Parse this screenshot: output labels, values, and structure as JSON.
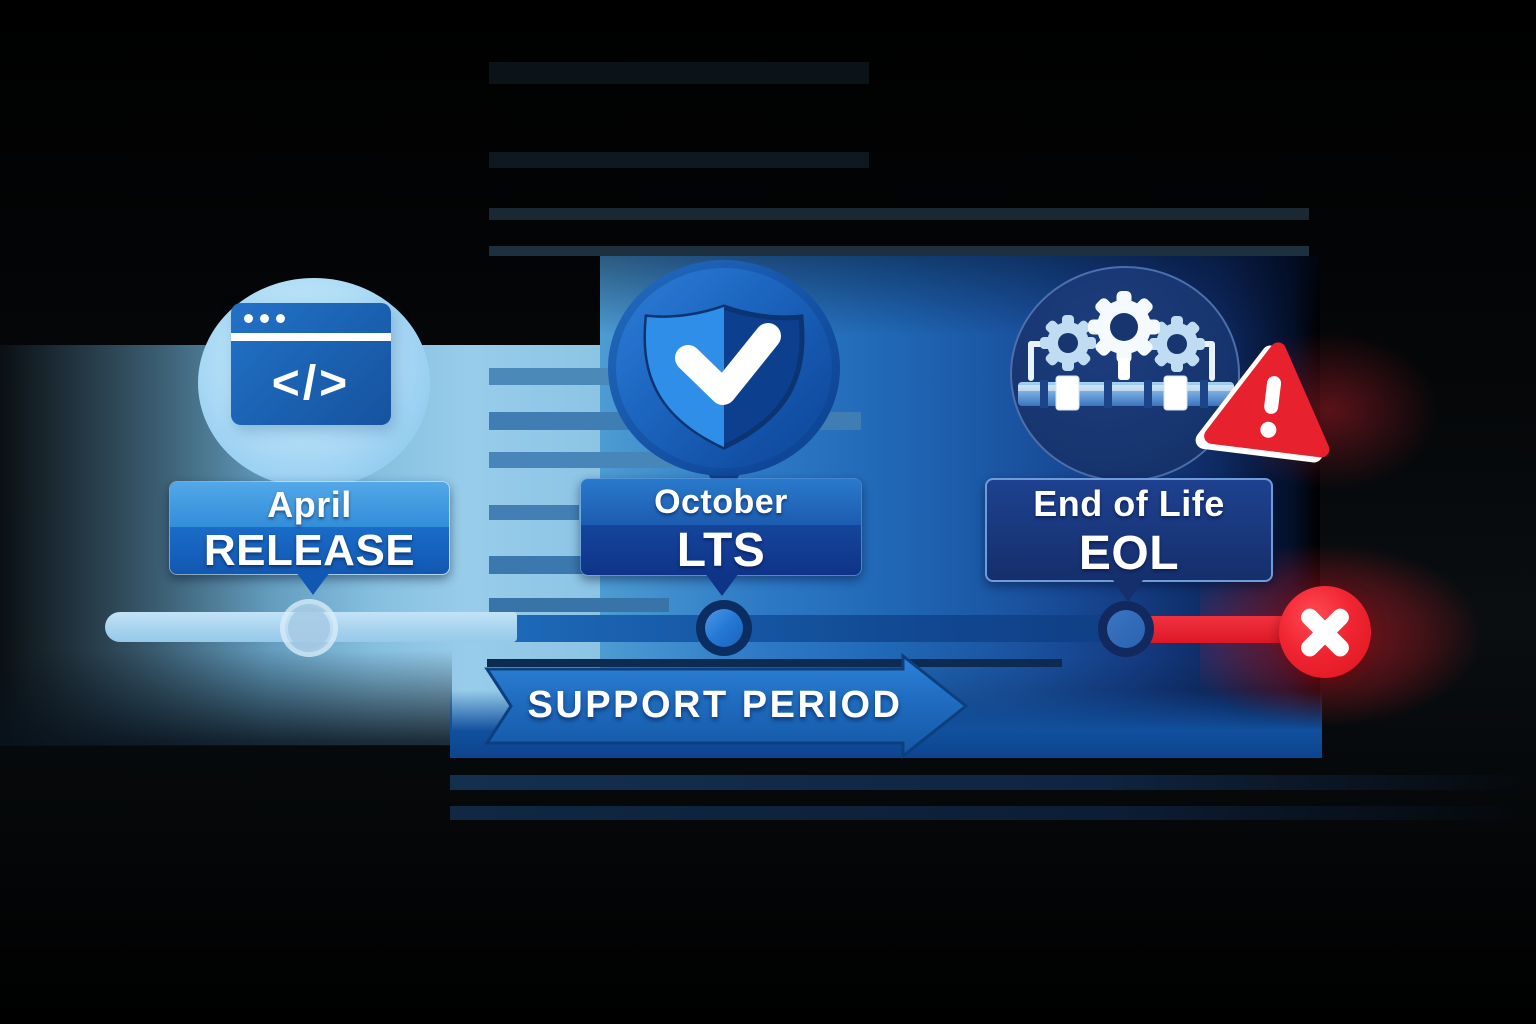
{
  "diagram": {
    "stages": [
      {
        "month": "April",
        "code": "RELEASE",
        "icon": "code-window-icon"
      },
      {
        "month": "October",
        "code": "LTS",
        "icon": "shield-check-icon"
      },
      {
        "month": "End of Life",
        "code": "EOL",
        "icon": "gears-pipeline-icon"
      }
    ],
    "banner": {
      "label": "SUPPORT PERIOD"
    },
    "glyphs": {
      "code_window": "</>"
    },
    "markers": {
      "warning": "exclamation-triangle-icon",
      "end": "x-cross-icon"
    },
    "colors": {
      "light_blue": "#9ccdec",
      "mid_blue": "#1e6ab8",
      "navy": "#123a7c",
      "deep_navy": "#15306c",
      "red": "#e7212e",
      "white": "#ffffff"
    }
  }
}
